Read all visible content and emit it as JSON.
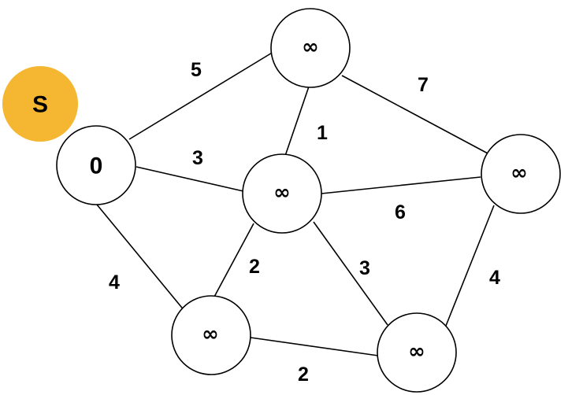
{
  "source_badge": {
    "label": "S",
    "color": "#F5B731"
  },
  "nodes": {
    "start": {
      "label": "0",
      "color": "#FF0000"
    },
    "top": {
      "label": "∞"
    },
    "center": {
      "label": "∞"
    },
    "right": {
      "label": "∞"
    },
    "bottom_left": {
      "label": "∞"
    },
    "bottom_right": {
      "label": "∞"
    }
  },
  "edges": {
    "start_top": {
      "from": "start",
      "to": "top",
      "weight": "5"
    },
    "start_center": {
      "from": "start",
      "to": "center",
      "weight": "3"
    },
    "start_bottom_left": {
      "from": "start",
      "to": "bottom_left",
      "weight": "4"
    },
    "top_center": {
      "from": "top",
      "to": "center",
      "weight": "1"
    },
    "top_right": {
      "from": "top",
      "to": "right",
      "weight": "7"
    },
    "center_right": {
      "from": "center",
      "to": "right",
      "weight": "6"
    },
    "center_bottom_left": {
      "from": "center",
      "to": "bottom_left",
      "weight": "2"
    },
    "center_bottom_right": {
      "from": "center",
      "to": "bottom_right",
      "weight": "3"
    },
    "right_bottom_right": {
      "from": "right",
      "to": "bottom_right",
      "weight": "4"
    },
    "bottom_left_bottom_right": {
      "from": "bottom_left",
      "to": "bottom_right",
      "weight": "2"
    }
  }
}
